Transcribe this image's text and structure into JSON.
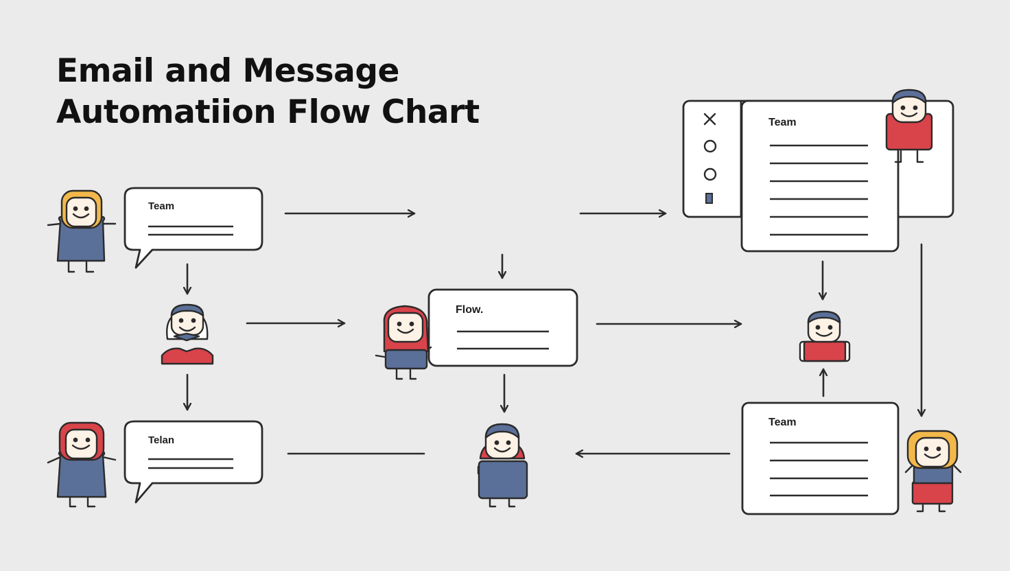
{
  "title": {
    "line1": "Email and Message",
    "line2": "Automatiion Flow Chart"
  },
  "labels": {
    "bubble_top": "Team",
    "bubble_bottom": "Telan",
    "flow_box": "Flow.",
    "window_panel": "Team",
    "doc_bottom_right": "Team"
  },
  "window_sidebar_icons": [
    "close-icon",
    "circle-icon",
    "circle-icon",
    "bookmark-icon"
  ],
  "colors": {
    "background": "#ebebeb",
    "stroke": "#2b2b2b",
    "red": "#d9434a",
    "blue": "#5b7099",
    "hair_yellow": "#f2b84b",
    "skin": "#fdf2e6"
  }
}
